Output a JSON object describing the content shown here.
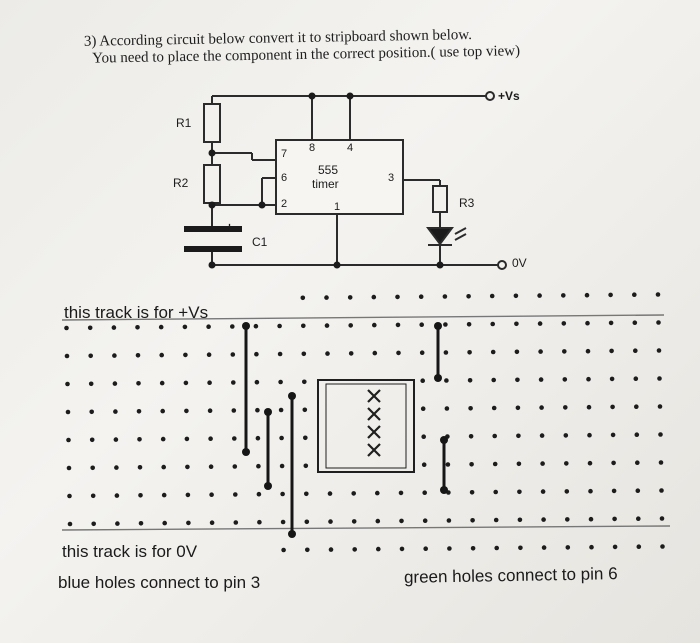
{
  "question": {
    "line1": "3) According circuit below convert it to stripboard shown below.",
    "line2": "You need to place the component in the correct position.( use top view)"
  },
  "schematic": {
    "r1": "R1",
    "r2": "R2",
    "r3": "R3",
    "c1": "C1",
    "plus": "+",
    "vs": "+Vs",
    "zero_v": "0V",
    "ic_line1": "555",
    "ic_line2": "timer",
    "pin7": "7",
    "pin6": "6",
    "pin2": "2",
    "pin8": "8",
    "pin4": "4",
    "pin3": "3",
    "pin1": "1"
  },
  "stripboard": {
    "vs_note": "this track is for +Vs",
    "zero_note": "this track is for 0V",
    "blue_note": "blue holes connect to pin 3",
    "green_note": "green holes connect to pin 6"
  }
}
